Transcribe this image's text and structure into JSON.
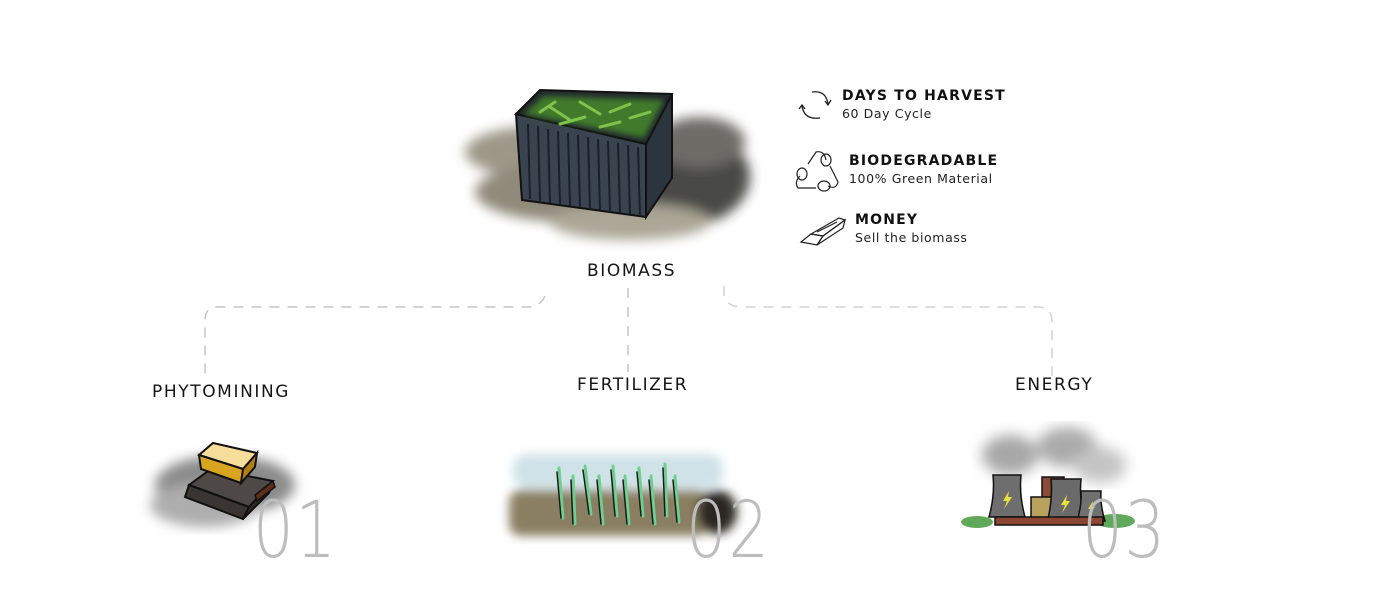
{
  "center": {
    "title": "BIOMASS",
    "illustration": "compost-bin-illustration"
  },
  "features": [
    {
      "title": "DAYS TO HARVEST",
      "subtitle": "60 Day Cycle",
      "icon": "cycle-arrows-icon"
    },
    {
      "title": "BIODEGRADABLE",
      "subtitle": "100% Green Material",
      "icon": "recycle-leaves-icon"
    },
    {
      "title": "MONEY",
      "subtitle": "Sell the biomass",
      "icon": "gold-bar-icon"
    }
  ],
  "branches": [
    {
      "title": "PHYTOMINING",
      "number": "01",
      "illustration": "gold-bars-illustration"
    },
    {
      "title": "FERTILIZER",
      "number": "02",
      "illustration": "crop-field-illustration"
    },
    {
      "title": "ENERGY",
      "number": "03",
      "illustration": "power-plant-illustration"
    }
  ],
  "colors": {
    "connector": "#c8c8c8",
    "number": "#bdbdbd",
    "text": "#141414"
  }
}
